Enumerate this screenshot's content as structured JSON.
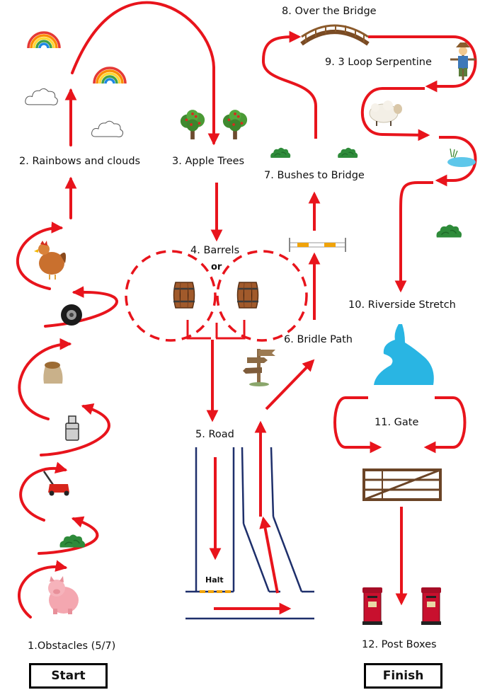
{
  "stations": {
    "s1": "1.Obstacles (5/7)",
    "s2": "2. Rainbows and clouds",
    "s3": "3. Apple Trees",
    "s4": "4. Barrels",
    "s4_or": "or",
    "s5": "5. Road",
    "s5_halt": "Halt",
    "s6": "6. Bridle Path",
    "s7": "7. Bushes to Bridge",
    "s8": "8. Over the Bridge",
    "s9": "9. 3 Loop Serpentine",
    "s10": "10. Riverside Stretch",
    "s11": "11. Gate",
    "s12": "12. Post Boxes"
  },
  "buttons": {
    "start": "Start",
    "finish": "Finish"
  },
  "colors": {
    "route": "#e8141c",
    "road": "#1e2f6b",
    "halt": "#f0a30a"
  },
  "icons": [
    "rainbow-icon",
    "cloud-icon",
    "apple-tree-icon",
    "barrel-icon",
    "signpost-icon",
    "bridge-icon",
    "scarecrow-icon",
    "sheep-icon",
    "pond-icon",
    "bush-icon",
    "river-icon",
    "gate-icon",
    "post-box-icon",
    "hen-icon",
    "tyre-icon",
    "sack-icon",
    "milk-churn-icon",
    "lawnmower-icon",
    "pig-icon",
    "pole-icon"
  ]
}
